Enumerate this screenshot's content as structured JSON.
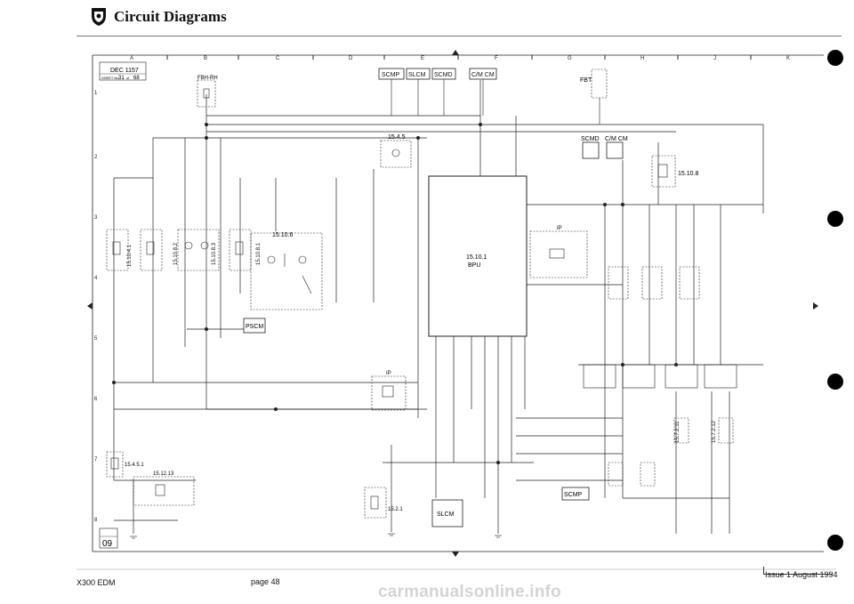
{
  "header": {
    "title": "Circuit Diagrams",
    "logo_icon": "jaguar-crest-icon"
  },
  "sheet_info": {
    "date_label": "DEC 1157",
    "sheet_no": "31",
    "sheet_of": "68",
    "circuit_code": "09"
  },
  "grid": {
    "columns": [
      "A",
      "B",
      "C",
      "D",
      "E",
      "F",
      "G",
      "H",
      "J",
      "K"
    ],
    "rows": [
      "1",
      "2",
      "3",
      "4",
      "5",
      "6",
      "7",
      "8"
    ]
  },
  "components": {
    "fbh_rh": "FBH-RH",
    "fbt": "FBT",
    "scmp": "SCMP",
    "slcm": "SLCM",
    "scmd": "SCMD",
    "cm_cm": "C/M CM",
    "ref_15_4_5": "15.4.5",
    "ref_15_10_6": "15.10.6",
    "ref_15_10_8": "15.10.8",
    "ref_15_10_1": "15.10.1",
    "bpu": "BPU",
    "ip": "IP",
    "pscm": "PSCM",
    "ref_15_4_5_1": "15.4.5.1",
    "ref_15_12_13": "15.12.13",
    "ref_15_2_1": "15.2.1",
    "ref_15_10_4_1": "15.10.4.1",
    "ref_15_10_8_2": "15.10.8.2",
    "ref_15_10_8_3": "15.10.8.3",
    "ref_15_10_8_1": "15.10.8.1",
    "ref_15_7_2_11": "15.7.2.11",
    "ref_15_7_2_12": "15.7.2.12"
  },
  "footer": {
    "left": "X300 EDM",
    "middle": "page 48",
    "right": "Issue 1 August 1994"
  },
  "watermark": "carmanualsonline.info"
}
